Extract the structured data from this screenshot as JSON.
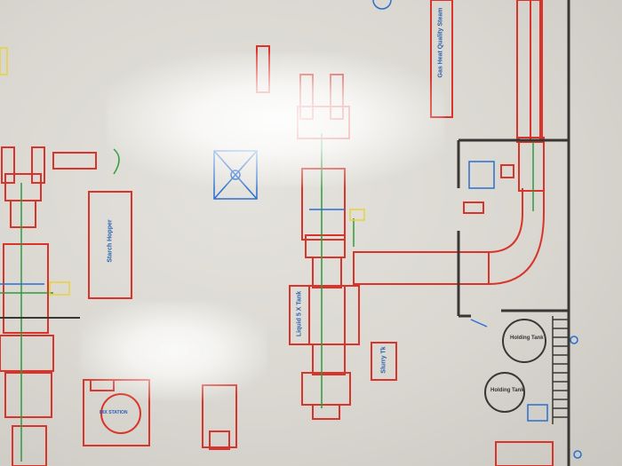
{
  "labels": {
    "gas_heat": "Gas Heat Quality Steam",
    "hopper": "Starch Hopper",
    "slurry_tank": "Slurry Tk",
    "tank_5": "Liquid 5 X Tank",
    "holding_tank_1": "Holding Tank",
    "holding_tank_2": "Holding Tank",
    "mix_station": "MIX STATION"
  },
  "colors": {
    "paper": "#dddbd4",
    "red_line": "#d9342b",
    "blue_line": "#2a6fd0",
    "green_line": "#2f9a3c",
    "wall": "#3a3634",
    "yellow": "#e8d23a"
  }
}
